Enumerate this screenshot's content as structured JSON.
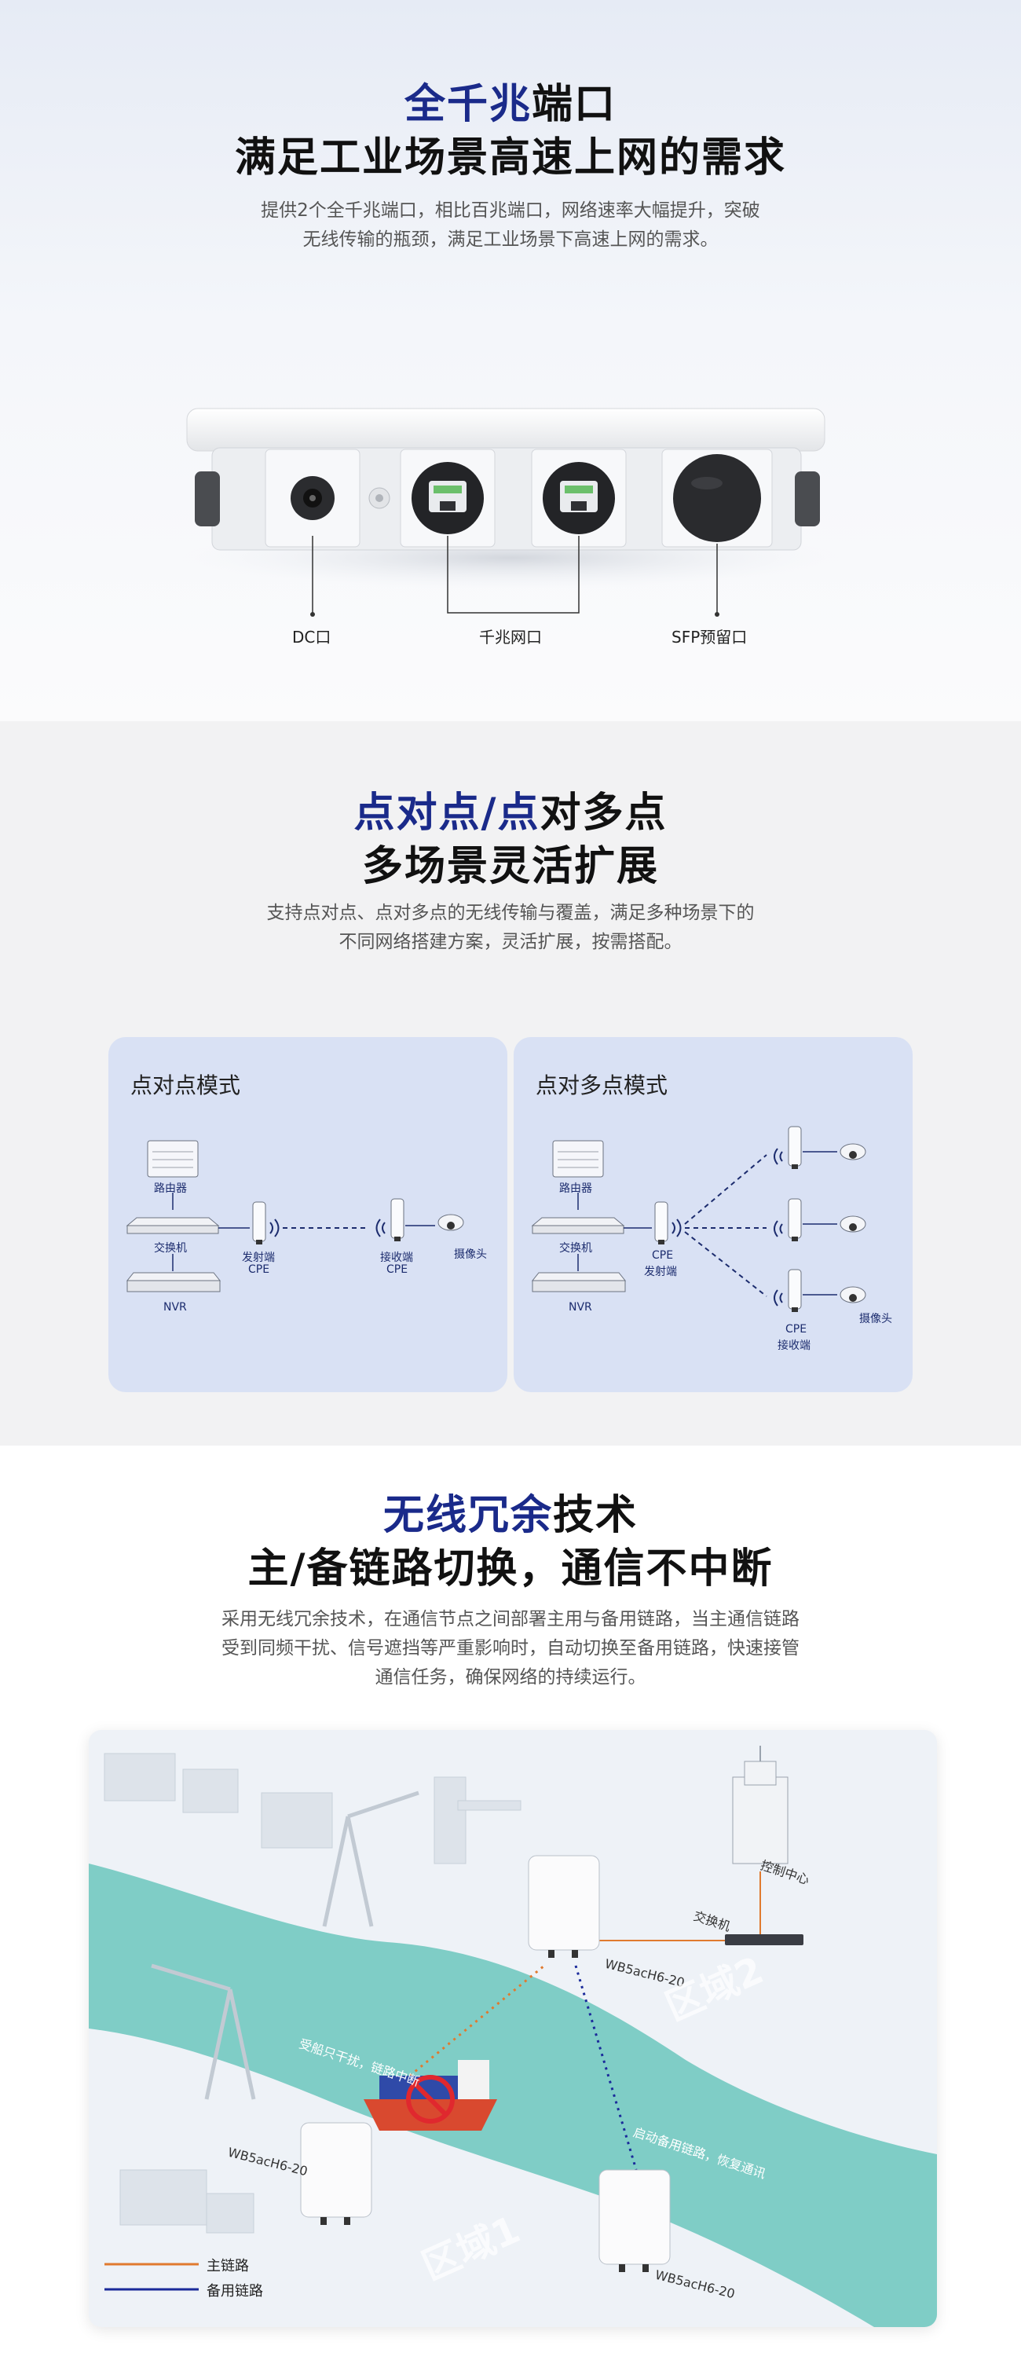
{
  "section1": {
    "title_line1_highlight": "全千兆",
    "title_line1_rest": "端口",
    "title_line2": "满足工业场景高速上网的需求",
    "desc_line1": "提供2个全千兆端口，相比百兆端口，网络速率大幅提升，突破",
    "desc_line2": "无线传输的瓶颈，满足工业场景下高速上网的需求。",
    "labels": {
      "dc": "DC口",
      "gigabit": "千兆网口",
      "sfp": "SFP预留口"
    }
  },
  "section2": {
    "title_line1_highlight": "点对点/点",
    "title_line1_rest": "对多点",
    "title_line2": "多场景灵活扩展",
    "desc_line1": "支持点对点、点对多点的无线传输与覆盖，满足多种场景下的",
    "desc_line2": "不同网络搭建方案，灵活扩展，按需搭配。",
    "p2p": {
      "title": "点对点模式",
      "router": "路由器",
      "switch": "交换机",
      "nvr": "NVR",
      "tx_line1": "发射端",
      "tx_line2": "CPE",
      "rx_line1": "接收端",
      "rx_line2": "CPE",
      "camera": "摄像头"
    },
    "p2mp": {
      "title": "点对多点模式",
      "router": "路由器",
      "switch": "交换机",
      "nvr": "NVR",
      "tx_line1": "CPE",
      "tx_line2": "发射端",
      "rx_line1": "CPE",
      "rx_line2": "接收端",
      "camera": "摄像头"
    }
  },
  "section3": {
    "title_line1_highlight": "无线冗余",
    "title_line1_rest": "技术",
    "title_line2": "主/备链路切换，通信不中断",
    "desc_line1": "采用无线冗余技术，在通信节点之间部署主用与备用链路，当主通信链路",
    "desc_line2": "受到同频干扰、信号遮挡等严重影响时，自动切换至备用链路，快速接管",
    "desc_line3": "通信任务，确保网络的持续运行。",
    "scene": {
      "control_center": "控制中心",
      "switch": "交换机",
      "model_top": "WB5acH6-20",
      "model_left": "WB5acH6-20",
      "model_bottom": "WB5acH6-20",
      "zone1": "区域1",
      "zone2": "区域2",
      "interference": "受船只干扰，链路中断",
      "backup_note": "启动备用链路，恢复通讯",
      "legend_main": "主链路",
      "legend_backup": "备用链路"
    }
  },
  "colors": {
    "title_blue": "#1a2a8a",
    "main_link": "#e07a2f",
    "backup_link": "#1a2a9a",
    "river": "#7fcdc6",
    "card_bg": "#d9e1f4"
  }
}
